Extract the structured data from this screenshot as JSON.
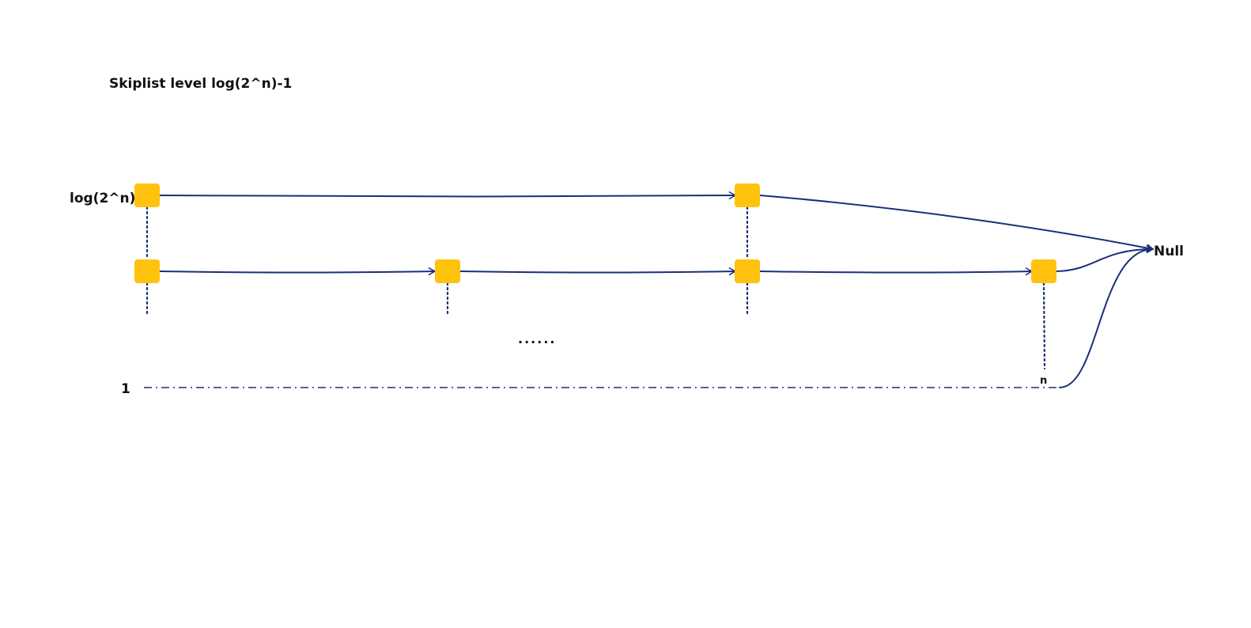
{
  "title": "Skiplist level log(2^n)-1",
  "labels": {
    "top_level": "log(2^n)-1",
    "bottom_level": "1",
    "null": "Null",
    "n": "n",
    "ellipsis": "......"
  },
  "colors": {
    "node_fill": "#FFC20E",
    "link": "#1B2F7A",
    "text": "#111111"
  }
}
